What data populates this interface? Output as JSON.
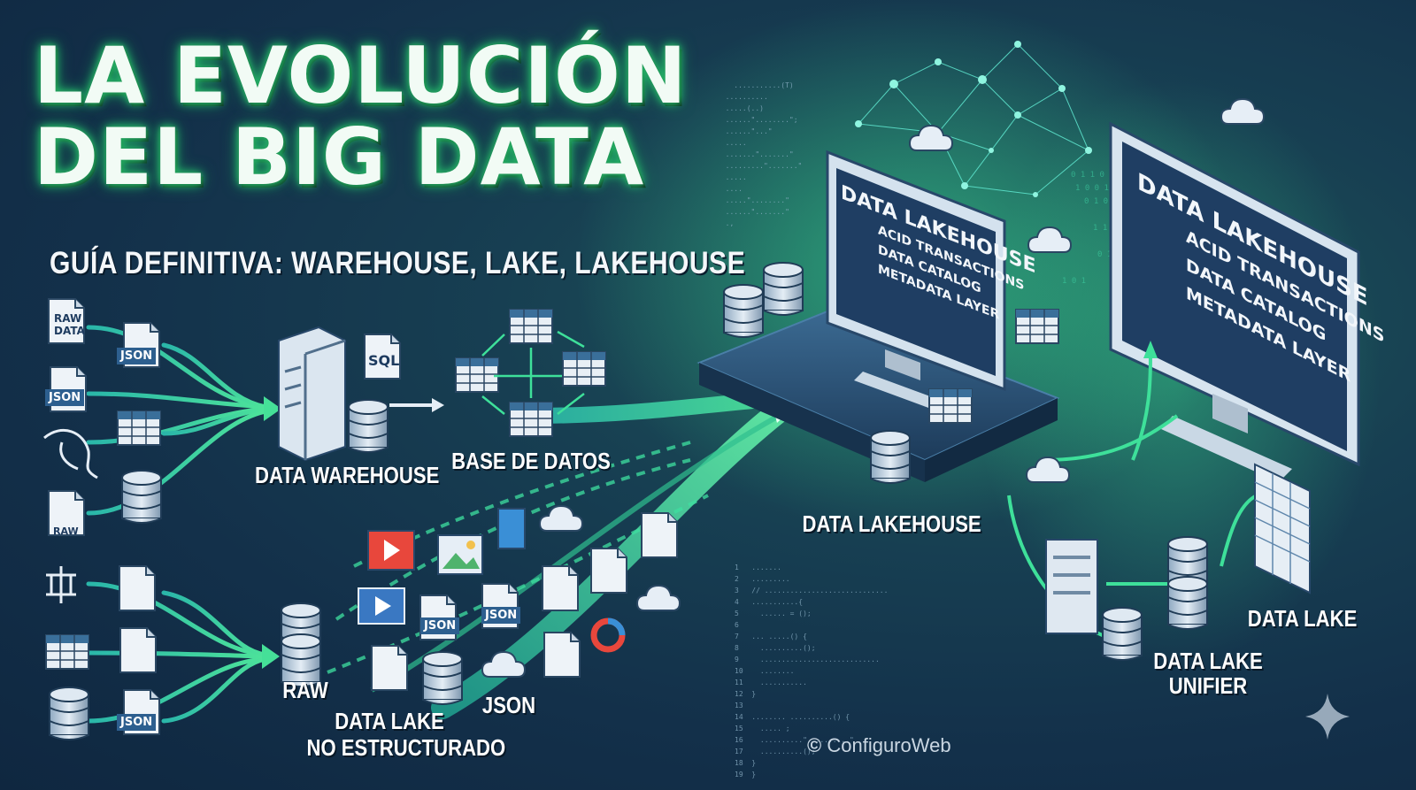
{
  "header": {
    "title_line1": "LA EVOLUCIÓN",
    "title_line2": "DEL BIG DATA",
    "subtitle": "GUÍA DEFINITIVA: WAREHOUSE, LAKE, LAKEHOUSE"
  },
  "sources": {
    "raw_data": "RAW\nDATA",
    "json": "JSON",
    "raw": "RAW"
  },
  "stage_labels": {
    "data_warehouse": "DATA WAREHOUSE",
    "base_de_datos": "BASE DE DATOS",
    "sql": "SQL",
    "raw": "RAW",
    "data_lake_no_estructurado_1": "DATA LAKE",
    "data_lake_no_estructurado_2": "NO ESTRUCTURADO",
    "json_stream": "JSON",
    "data_lakehouse": "DATA LAKEHOUSE",
    "data_lake": "DATA LAKE",
    "data_lake_unifier_1": "DATA LAKE",
    "data_lake_unifier_2": "UNIFIER"
  },
  "lakehouse_screen": {
    "title": "DATA LAKEHOUSE",
    "items": [
      "ACID TRANSACTIONS",
      "DATA CATALOG",
      "METADATA LAYER"
    ]
  },
  "brand": {
    "name": "ConfiguroWeb"
  },
  "colors": {
    "accent_green": "#3fe08a",
    "accent_teal": "#35c6c9",
    "panel_blue": "#23476d",
    "screen_dark": "#1d3a5e"
  }
}
